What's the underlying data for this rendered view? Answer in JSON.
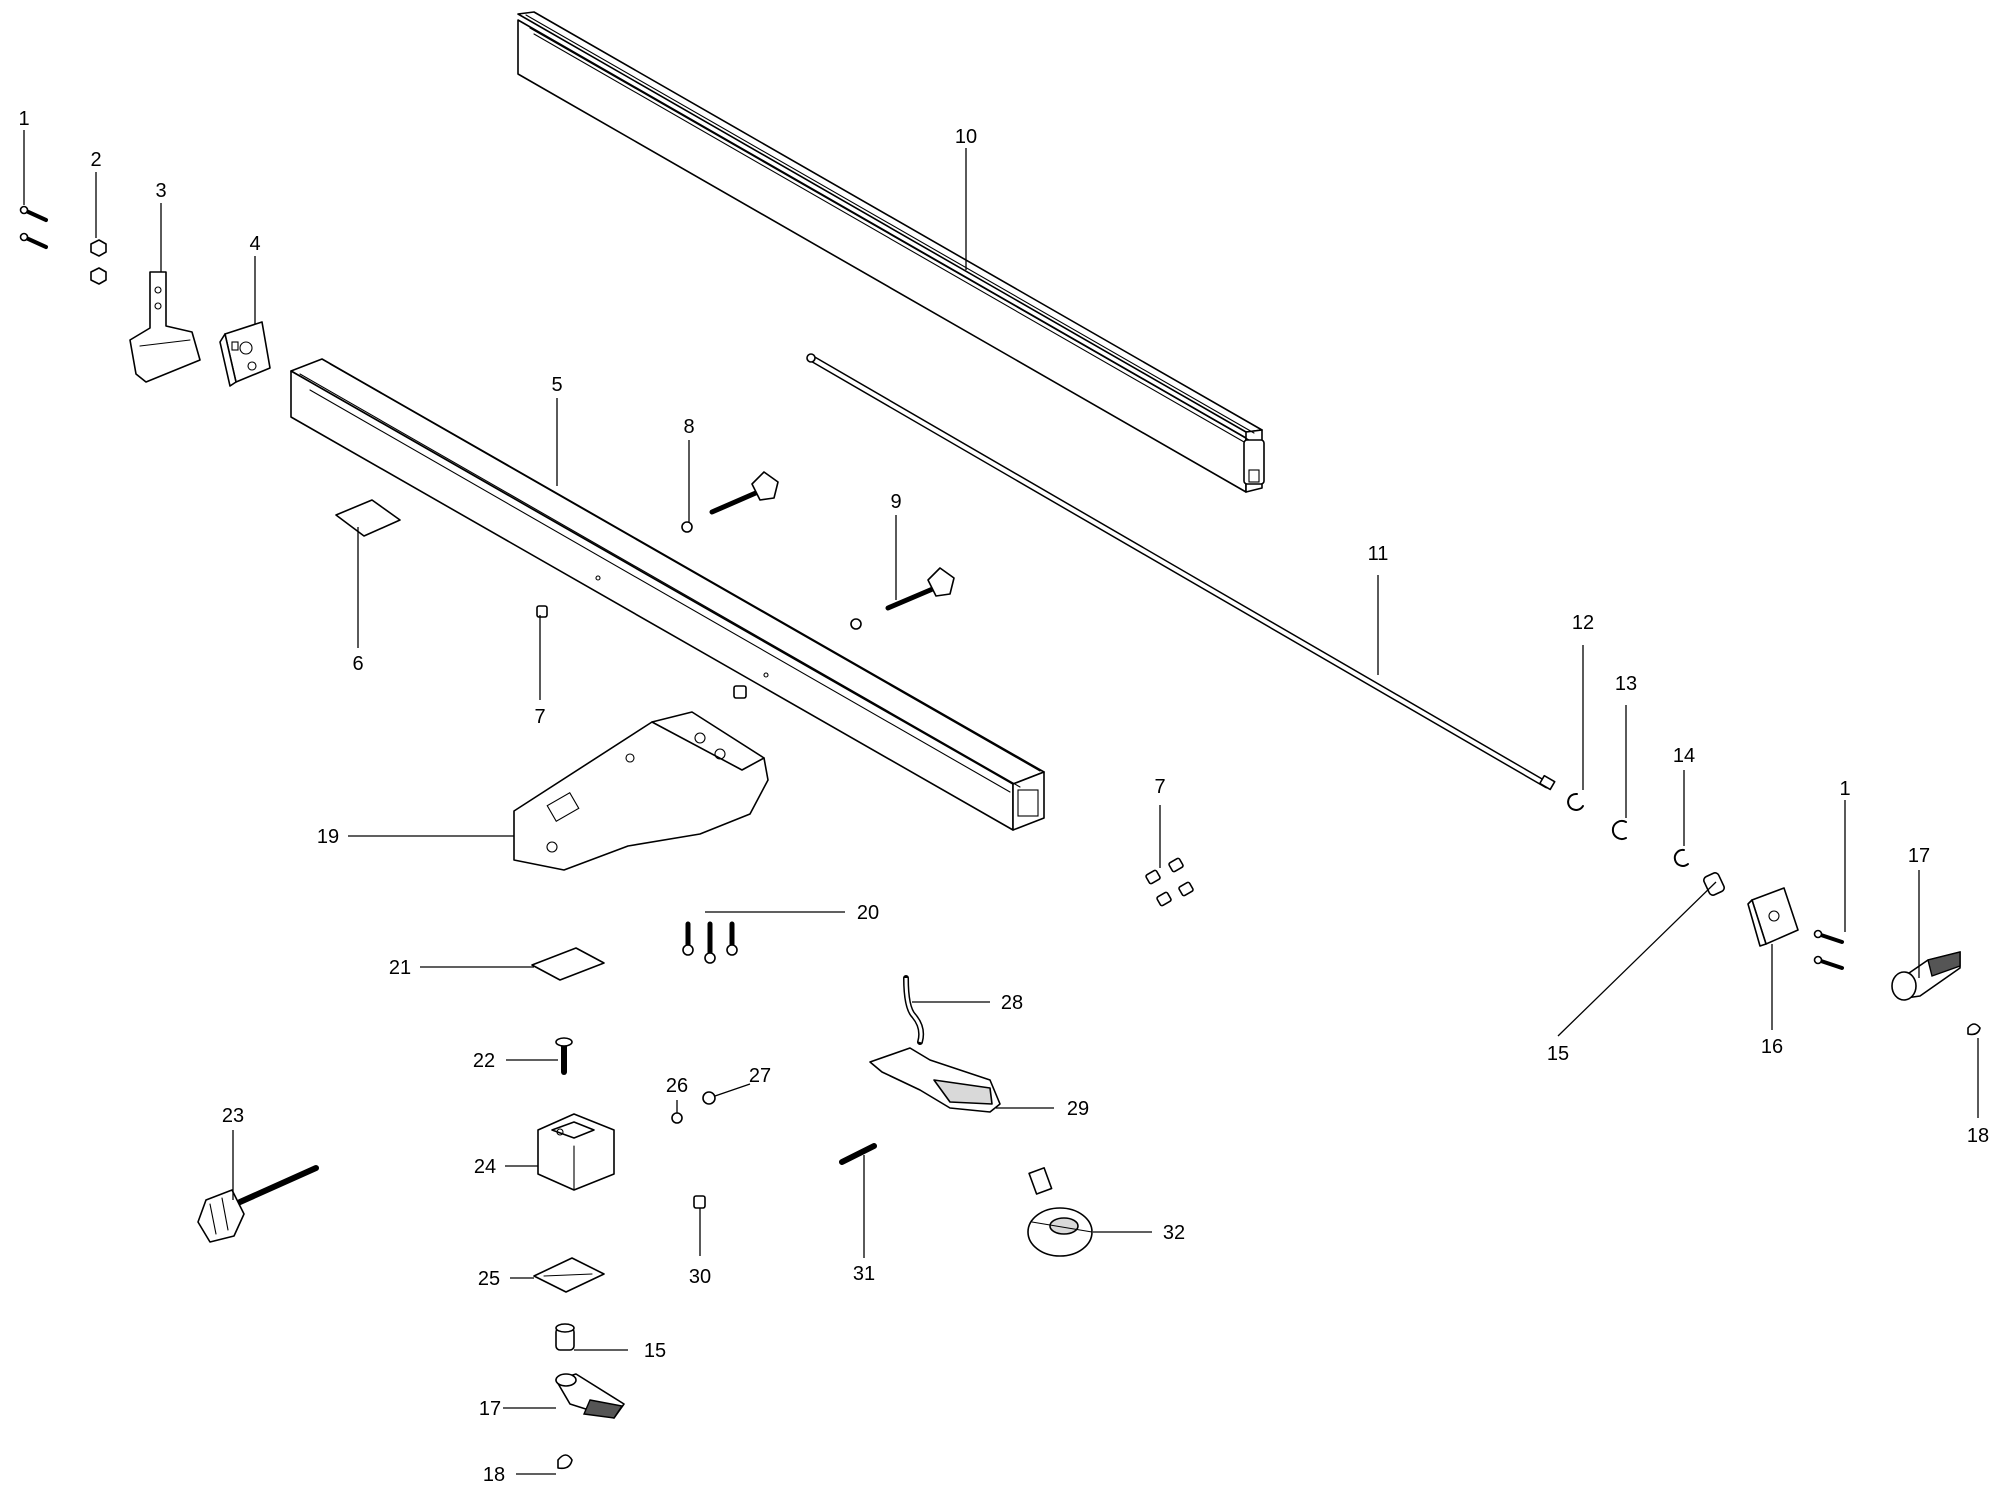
{
  "callouts": [
    {
      "id": "c1a",
      "label": "1"
    },
    {
      "id": "c2",
      "label": "2"
    },
    {
      "id": "c3",
      "label": "3"
    },
    {
      "id": "c4",
      "label": "4"
    },
    {
      "id": "c5",
      "label": "5"
    },
    {
      "id": "c6",
      "label": "6"
    },
    {
      "id": "c7a",
      "label": "7"
    },
    {
      "id": "c8",
      "label": "8"
    },
    {
      "id": "c9",
      "label": "9"
    },
    {
      "id": "c10",
      "label": "10"
    },
    {
      "id": "c11",
      "label": "11"
    },
    {
      "id": "c12",
      "label": "12"
    },
    {
      "id": "c13",
      "label": "13"
    },
    {
      "id": "c14",
      "label": "14"
    },
    {
      "id": "c7b",
      "label": "7"
    },
    {
      "id": "c1b",
      "label": "1"
    },
    {
      "id": "c17a",
      "label": "17"
    },
    {
      "id": "c15a",
      "label": "15"
    },
    {
      "id": "c16",
      "label": "16"
    },
    {
      "id": "c18a",
      "label": "18"
    },
    {
      "id": "c19",
      "label": "19"
    },
    {
      "id": "c20",
      "label": "20"
    },
    {
      "id": "c21",
      "label": "21"
    },
    {
      "id": "c28",
      "label": "28"
    },
    {
      "id": "c22",
      "label": "22"
    },
    {
      "id": "c26",
      "label": "26"
    },
    {
      "id": "c27",
      "label": "27"
    },
    {
      "id": "c29",
      "label": "29"
    },
    {
      "id": "c23",
      "label": "23"
    },
    {
      "id": "c24",
      "label": "24"
    },
    {
      "id": "c31",
      "label": "31"
    },
    {
      "id": "c30",
      "label": "30"
    },
    {
      "id": "c32",
      "label": "32"
    },
    {
      "id": "c25",
      "label": "25"
    },
    {
      "id": "c15b",
      "label": "15"
    },
    {
      "id": "c17b",
      "label": "17"
    },
    {
      "id": "c18b",
      "label": "18"
    }
  ]
}
